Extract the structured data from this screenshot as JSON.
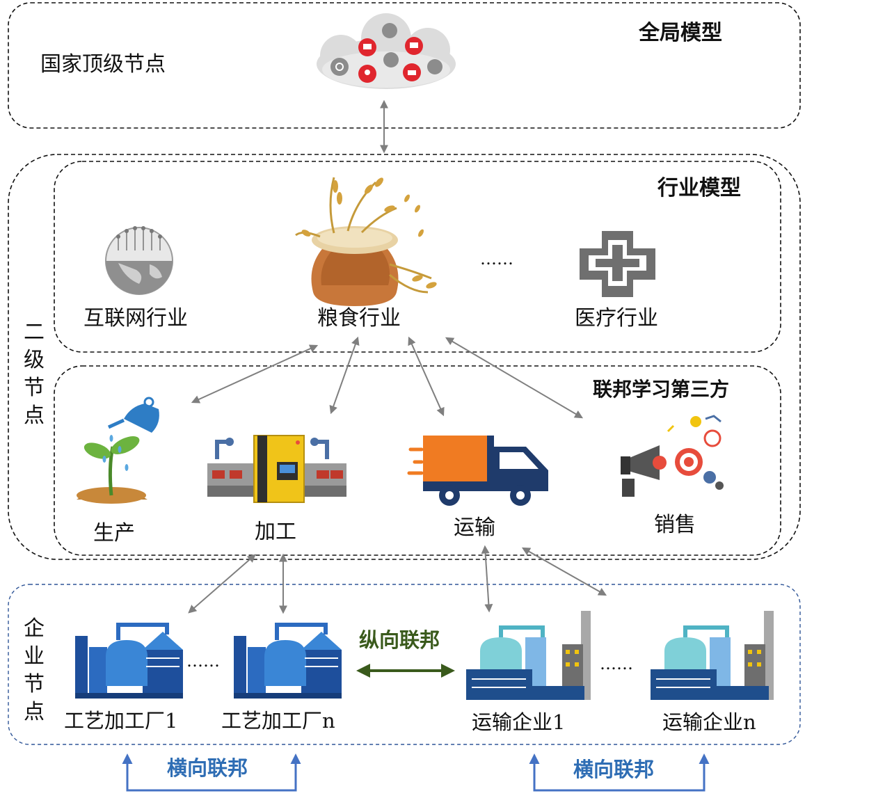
{
  "top_level": {
    "node_label": "国家顶级节点",
    "model_label": "全局模型",
    "icon": "cloud-icon"
  },
  "second_level": {
    "node_label": "二级节点",
    "industry_model_label": "行业模型",
    "industries": [
      {
        "label": "互联网行业",
        "icon": "globe-circuit-icon"
      },
      {
        "label": "粮食行业",
        "icon": "grain-sack-icon"
      },
      {
        "label": "……",
        "icon": ""
      },
      {
        "label": "医疗行业",
        "icon": "medical-cross-icon"
      }
    ],
    "third_party_label": "联邦学习第三方",
    "stages": [
      {
        "label": "生产",
        "icon": "plant-watering-icon"
      },
      {
        "label": "加工",
        "icon": "factory-machine-icon"
      },
      {
        "label": "运输",
        "icon": "delivery-truck-icon"
      },
      {
        "label": "销售",
        "icon": "marketing-icon"
      }
    ]
  },
  "enterprise_level": {
    "node_label": "企业节点",
    "enterprises": [
      {
        "label": "工艺加工厂1",
        "icon": "processing-plant-icon"
      },
      {
        "label": "工艺加工厂n",
        "icon": "processing-plant-icon"
      },
      {
        "label": "运输企业1",
        "icon": "industrial-plant-icon"
      },
      {
        "label": "运输企业n",
        "icon": "industrial-plant-icon"
      }
    ],
    "dots_left": "……",
    "dots_right": "……",
    "vertical_federation": "纵向联邦",
    "horizontal_federation_left": "横向联邦",
    "horizontal_federation_right": "横向联邦"
  },
  "colors": {
    "arrow_gray": "#7f7f7f",
    "federation_blue": "#4472c4",
    "federation_text_blue": "#2e6db4",
    "vertical_green": "#3a5a1c",
    "enterprise_border": "#2f5597",
    "red_accent": "#e0262e"
  }
}
